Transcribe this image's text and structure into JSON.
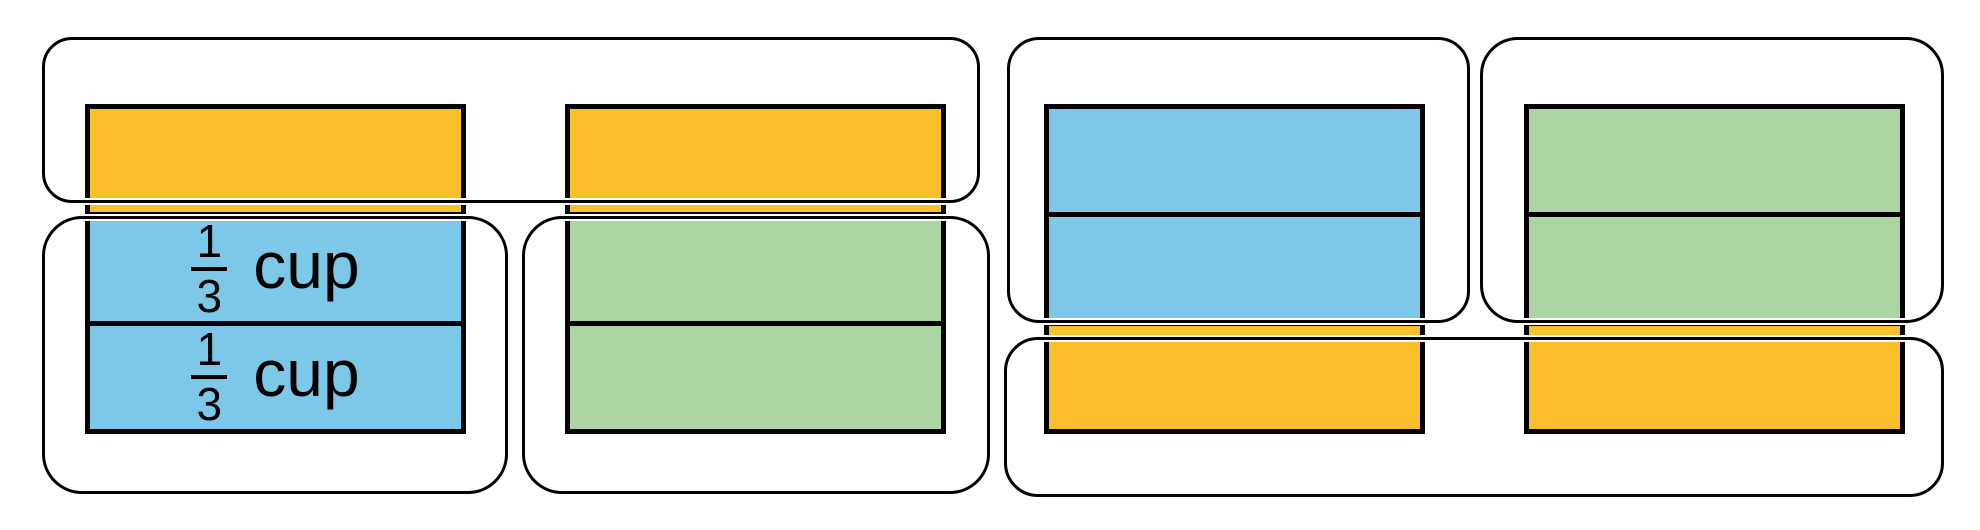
{
  "figure": {
    "title": "Tape diagram of four cups partitioned into thirds",
    "palette": {
      "orange": "#FCBF2C",
      "blue": "#7DC8E8",
      "green": "#ACD5A3",
      "line": "#000000",
      "outline_casing": "#FFFFFF",
      "background": "#FFFFFF"
    },
    "bars": [
      {
        "id": "cup-bar-1",
        "segments": [
          {
            "position": "top",
            "fill": "#FCBF2C",
            "label": null
          },
          {
            "position": "middle",
            "fill": "#7DC8E8",
            "label": {
              "numerator": "1",
              "denominator": "3",
              "unit": "cup"
            }
          },
          {
            "position": "bottom",
            "fill": "#7DC8E8",
            "label": {
              "numerator": "1",
              "denominator": "3",
              "unit": "cup"
            }
          }
        ]
      },
      {
        "id": "cup-bar-2",
        "segments": [
          {
            "position": "top",
            "fill": "#FCBF2C",
            "label": null
          },
          {
            "position": "middle",
            "fill": "#ACD5A3",
            "label": null
          },
          {
            "position": "bottom",
            "fill": "#ACD5A3",
            "label": null
          }
        ]
      },
      {
        "id": "cup-bar-3",
        "segments": [
          {
            "position": "top",
            "fill": "#7DC8E8",
            "label": null
          },
          {
            "position": "middle",
            "fill": "#7DC8E8",
            "label": null
          },
          {
            "position": "bottom",
            "fill": "#FCBF2C",
            "label": null
          }
        ]
      },
      {
        "id": "cup-bar-4",
        "segments": [
          {
            "position": "top",
            "fill": "#ACD5A3",
            "label": null
          },
          {
            "position": "middle",
            "fill": "#ACD5A3",
            "label": null
          },
          {
            "position": "bottom",
            "fill": "#FCBF2C",
            "label": null
          }
        ]
      }
    ],
    "groups": [
      {
        "id": "group-orange-tops-left",
        "encloses": "top orange thirds of bars 1 and 2"
      },
      {
        "id": "group-bar1-blue-pair",
        "encloses": "middle and bottom blue thirds of bar 1"
      },
      {
        "id": "group-bar2-green-pair",
        "encloses": "middle and bottom green thirds of bar 2"
      },
      {
        "id": "group-bar3-blue-pair",
        "encloses": "top and middle blue thirds of bar 3"
      },
      {
        "id": "group-bar4-green-pair",
        "encloses": "top and middle green thirds of bar 4"
      },
      {
        "id": "group-orange-bottoms-right",
        "encloses": "bottom orange thirds of bars 3 and 4"
      }
    ]
  }
}
